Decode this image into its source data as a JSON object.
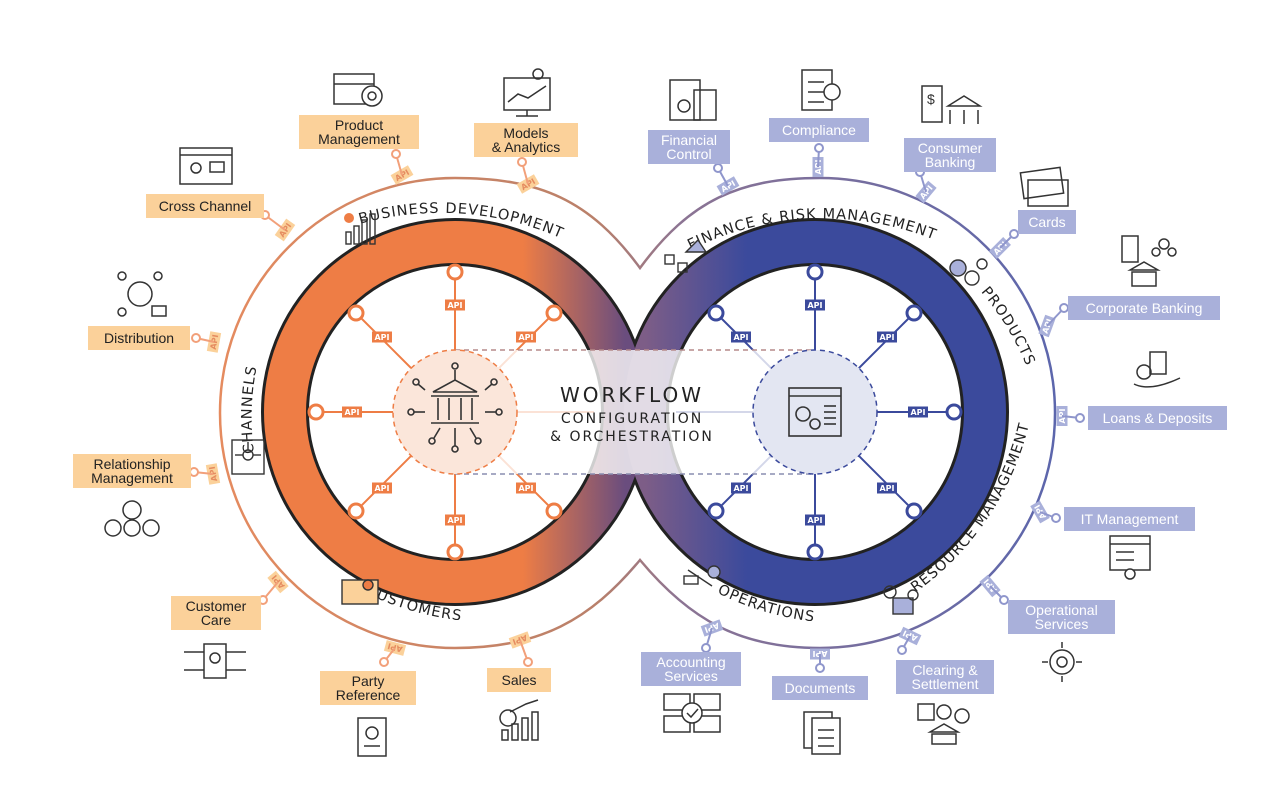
{
  "center": {
    "title": "WORKFLOW",
    "line1": "CONFIGURATION",
    "line2": "& ORCHESTRATION"
  },
  "api_label": "API",
  "arcs": {
    "business_development": "BUSINESS DEVELOPMENT",
    "channels": "CHANNELS",
    "customers": "CUSTOMERS",
    "finance_risk": "FINANCE & RISK MANAGEMENT",
    "products": "PRODUCTS",
    "operations": "OPERATIONS",
    "resource_management": "RESOURCE MANAGEMENT"
  },
  "left_labels": {
    "product_management": "Product\nManagement",
    "models_analytics": "Models\n& Analytics",
    "cross_channel": "Cross Channel",
    "distribution": "Distribution",
    "relationship_management": "Relationship\nManagement",
    "customer_care": "Customer\nCare",
    "party_reference": "Party\nReference",
    "sales": "Sales"
  },
  "right_labels": {
    "financial_control": "Financial\nControl",
    "compliance": "Compliance",
    "consumer_banking": "Consumer\nBanking",
    "cards": "Cards",
    "corporate_banking": "Corporate Banking",
    "loans_deposits": "Loans & Deposits",
    "it_management": "IT Management",
    "operational_services": "Operational\nServices",
    "clearing_settlement": "Clearing &\nSettlement",
    "documents": "Documents",
    "accounting_services": "Accounting\nServices"
  },
  "colors": {
    "orange": "#ee7d45",
    "orange_light": "#fbd19a",
    "navy": "#3b4a9c",
    "periwinkle": "#a9b0da",
    "outer_left": "#e58b5f",
    "outer_right": "#6d73b5"
  },
  "icons": [
    "product-box-gear-icon",
    "analytics-monitor-icon",
    "cross-channel-screens-icon",
    "distribution-cloud-icon",
    "relationship-people-icon",
    "customer-care-phone-icon",
    "party-reference-card-icon",
    "sales-growth-icon",
    "financial-control-docs-icon",
    "compliance-clipboard-icon",
    "consumer-banking-icon",
    "cards-icon",
    "corporate-banking-icon",
    "loans-deposits-icon",
    "it-management-icon",
    "operational-services-gear-icon",
    "clearing-settlement-icon",
    "documents-icon",
    "accounting-services-icon",
    "bank-building-icon",
    "settings-window-icon"
  ]
}
